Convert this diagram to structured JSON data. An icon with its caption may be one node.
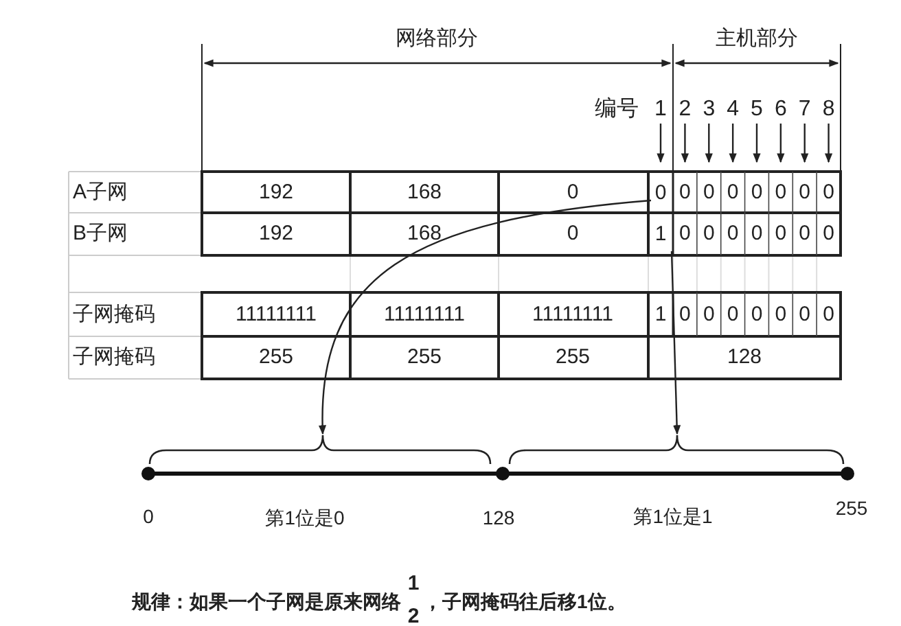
{
  "diagram": {
    "nodes": [
      {
        "text": [
          "0"
        ]
      },
      {
        "text": [
          "1"
        ]
      },
      {
        "text": [],
        "shape": "brace"
      },
      {
        "text": [],
        "shape": "brace"
      }
    ],
    "edges": [
      {
        "from": 0,
        "to": 2,
        "arrow": "to"
      },
      {
        "from": 1,
        "to": 3,
        "arrow": "to"
      }
    ],
    "labels": [
      "网络部分",
      "主机部分",
      "编号",
      "1",
      "2",
      "3",
      "4",
      "5",
      "6",
      "7",
      "8",
      "A子网",
      "192",
      "168",
      "0",
      "0",
      "0",
      "0",
      "0",
      "0",
      "0",
      "0",
      "B子网",
      "192",
      "168",
      "0",
      "0",
      "0",
      "0",
      "0",
      "0",
      "0",
      "0",
      "子网掩码",
      "11111111",
      "11111111",
      "11111111",
      "1",
      "0",
      "0",
      "0",
      "0",
      "0",
      "0",
      "0",
      "子网掩码",
      "255",
      "255",
      "255",
      "128",
      "0",
      "第1位是0",
      "128",
      "第1位是1",
      "255",
      "规律：如果一个子网是原来网络",
      "1",
      "2",
      "，子网掩码往后移1位。"
    ]
  }
}
